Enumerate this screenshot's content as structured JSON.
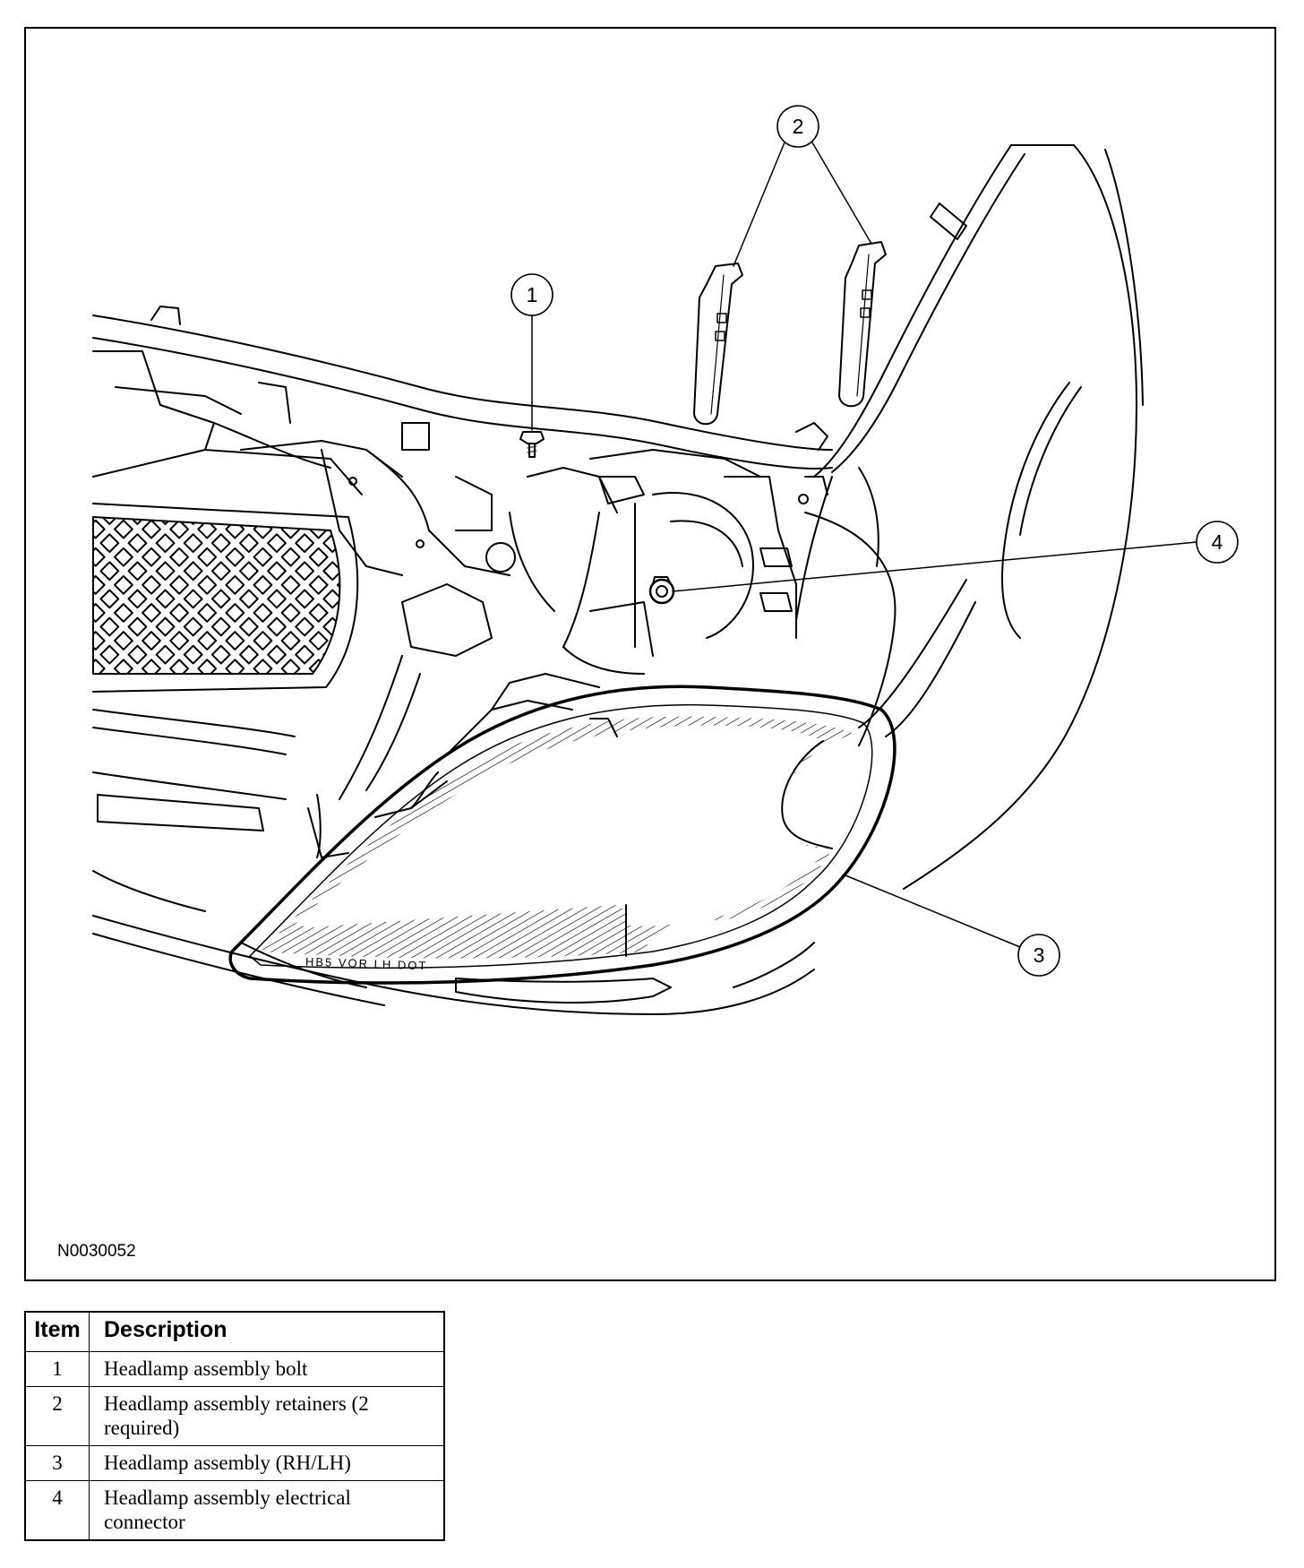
{
  "figure": {
    "figure_id": "N0030052",
    "callouts": [
      {
        "number": "1"
      },
      {
        "number": "2"
      },
      {
        "number": "3"
      },
      {
        "number": "4"
      }
    ],
    "lens_marking": "HB5 VOR LH DOT",
    "colors": {
      "line": "#000000",
      "background": "#ffffff"
    }
  },
  "legend": {
    "headers": {
      "item": "Item",
      "description": "Description"
    },
    "rows": [
      {
        "item": "1",
        "description": "Headlamp assembly bolt"
      },
      {
        "item": "2",
        "description": "Headlamp assembly retainers (2 required)"
      },
      {
        "item": "3",
        "description": "Headlamp assembly (RH/LH)"
      },
      {
        "item": "4",
        "description": "Headlamp assembly electrical connector"
      }
    ]
  }
}
